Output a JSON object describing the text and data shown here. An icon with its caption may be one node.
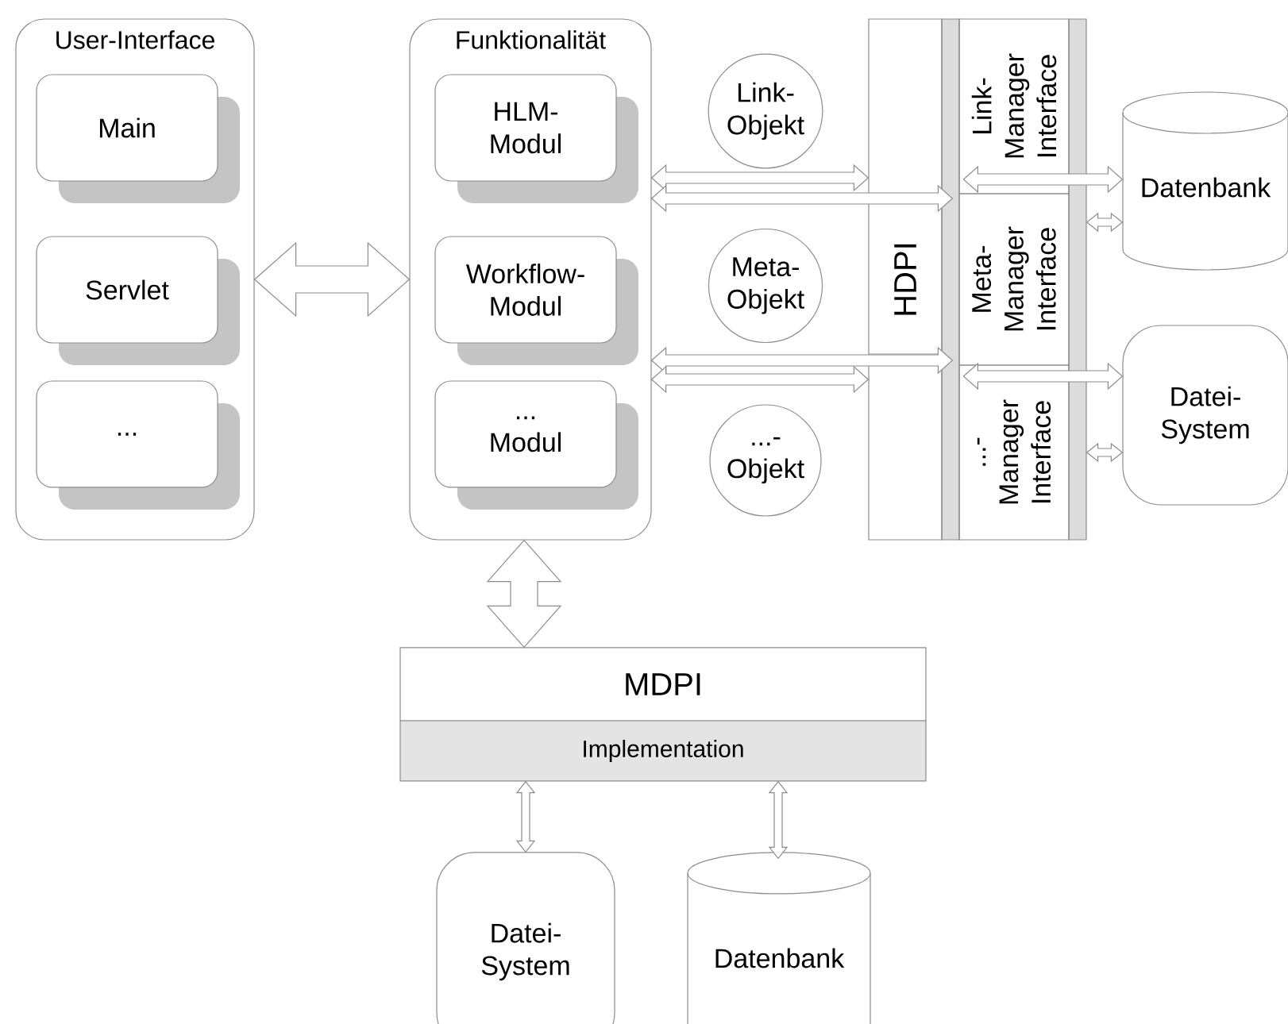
{
  "diagram": {
    "nodes": [
      {
        "text": [
          "User-Interface"
        ]
      },
      {
        "text": [
          "Main"
        ],
        "in": 0
      },
      {
        "text": [
          "Servlet"
        ],
        "in": 0
      },
      {
        "text": [
          "..."
        ],
        "in": 0
      },
      {
        "text": [
          "Funktionalität"
        ]
      },
      {
        "text": [
          "HLM- Modul"
        ],
        "in": 4
      },
      {
        "text": [
          "Workflow- Modul"
        ],
        "in": 4
      },
      {
        "text": [
          "... Modul"
        ],
        "in": 4
      },
      {
        "text": [
          "Link- Objekt"
        ]
      },
      {
        "text": [
          "Meta- Objekt"
        ]
      },
      {
        "text": [
          "...- Objekt"
        ]
      },
      {
        "text": [
          "HDPI"
        ]
      },
      {
        "text": [
          "Link- Manager Interface"
        ]
      },
      {
        "text": [
          "Meta- Manager Interface"
        ]
      },
      {
        "text": [
          "...- Manager Interface"
        ]
      },
      {
        "text": [
          "Datenbank"
        ]
      },
      {
        "text": [
          "Datei- System"
        ]
      },
      {
        "text": [
          "MDPI",
          "Implementation"
        ]
      },
      {
        "text": [
          "Datei- System"
        ]
      },
      {
        "text": [
          "Datenbank"
        ]
      }
    ],
    "edges": [
      {
        "from": 0,
        "to": 4,
        "arrow": "both"
      },
      {
        "from": 4,
        "to": 11,
        "arrow": "both"
      },
      {
        "from": 4,
        "to": 13,
        "arrow": "both"
      },
      {
        "from": 4,
        "to": 13,
        "arrow": "both"
      },
      {
        "from": 4,
        "to": 11,
        "arrow": "both"
      },
      {
        "from": 12,
        "to": 15,
        "arrow": "both"
      },
      {
        "from": 13,
        "to": 15,
        "arrow": "both"
      },
      {
        "from": 14,
        "to": 16,
        "arrow": "both"
      },
      {
        "from": 14,
        "to": 16,
        "arrow": "both"
      },
      {
        "from": 4,
        "to": 17,
        "arrow": "both"
      },
      {
        "from": 17,
        "to": 18,
        "arrow": "both"
      },
      {
        "from": 17,
        "to": 19,
        "arrow": "both"
      }
    ]
  }
}
